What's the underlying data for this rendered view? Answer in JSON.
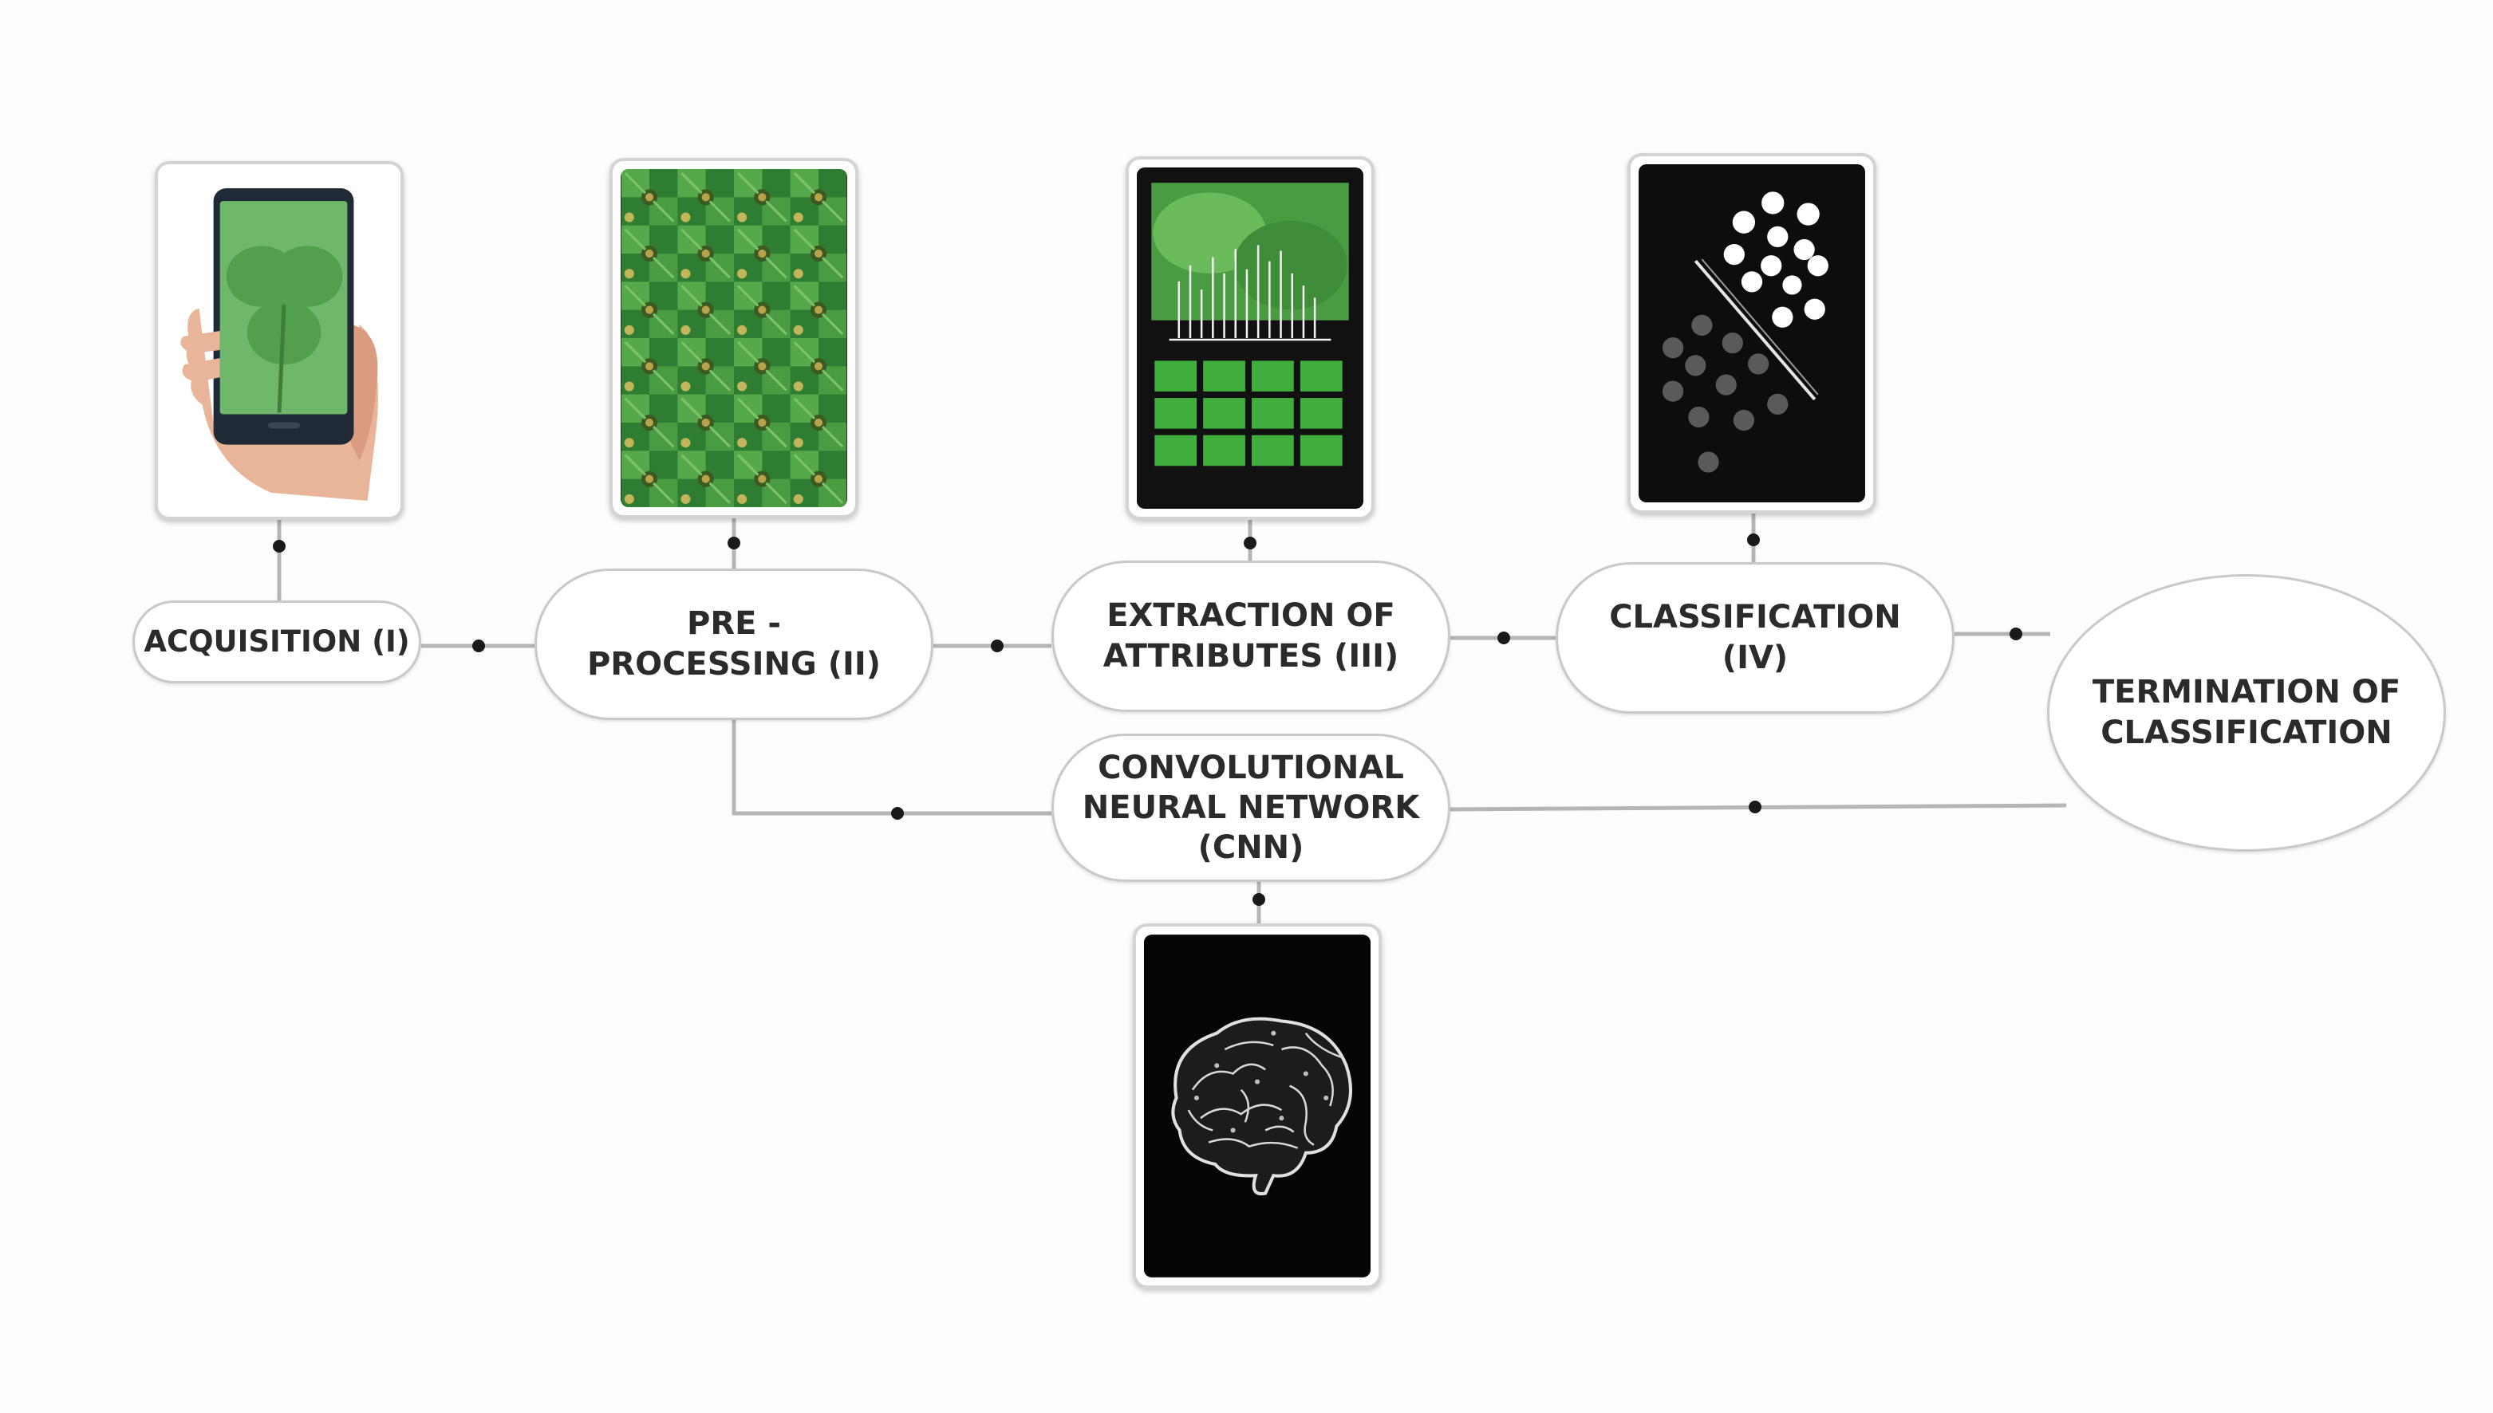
{
  "steps": {
    "acquisition": "ACQUISITION (I)",
    "preprocessing": "PRE -\nPROCESSING (II)",
    "extraction": "EXTRACTION OF\nATTRIBUTES (III)",
    "classification": "CLASSIFICATION\n(IV)",
    "cnn": "CONVOLUTIONAL\nNEURAL NETWORK\n(CNN)",
    "termination": "TERMINATION OF\nCLASSIFICATION"
  },
  "icons": {
    "acquisition": "phone-in-hand-leaf-image",
    "preprocessing": "leaf-image-mosaic",
    "extraction": "leaf-feature-histogram",
    "classification": "two-class-dot-scatter",
    "cnn": "brain-image"
  },
  "colors": {
    "connector": "#b5b5b5",
    "node_border": "#c9c9c9",
    "leaf_green": "#3f9a3c",
    "screen_black": "#111111"
  }
}
